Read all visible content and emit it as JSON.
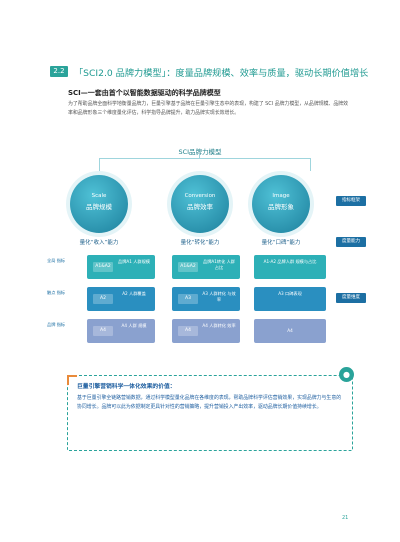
{
  "section": {
    "number": "2.2",
    "title": "「SCI2.0 品牌力模型」：度量品牌规模、效率与质量，驱动长期价值增长"
  },
  "subhead": "SCI—一套由首个以智能数据驱动的科学品牌模型",
  "intro": "为了帮助品牌全面科学地衡量品牌力，巨量引擎基于品牌在巨量引擎生态中的表现，构建了 SCI 品牌力模型，从品牌规模、品牌效率和品牌形象三个维度量化评估，科学指导品牌提升，助力品牌实现长效增长。",
  "diagram": {
    "title": "SCI品牌力模型",
    "pillars": [
      {
        "en": "Scale",
        "cn": "品牌规模",
        "caption": "量化“收入”能力"
      },
      {
        "en": "Conversion",
        "cn": "品牌效率",
        "caption": "量化“转化”能力"
      },
      {
        "en": "Image",
        "cn": "品牌形象",
        "caption": "量化“口碑”能力"
      }
    ],
    "side_tags": [
      "指标框架",
      "度量能力",
      "度量维度"
    ],
    "rows": [
      {
        "label": "全局 指标",
        "cells": [
          {
            "key": "A1&A2",
            "text": "品牌A1 人群规模"
          },
          {
            "key": "A1&A2",
            "text": "品牌A1转化 人群占比"
          },
          {
            "key": "",
            "text": "A1-A2 品牌人群 规模与占比"
          }
        ]
      },
      {
        "label": "触点 指标",
        "cells": [
          {
            "key": "A2",
            "text": "A2 人群覆盖"
          },
          {
            "key": "A3",
            "text": "A3 人群转化 与效率"
          },
          {
            "key": "",
            "text": "A3 口碑表现"
          }
        ]
      },
      {
        "label": "品牌 指标",
        "cells": [
          {
            "key": "A4",
            "text": "A4 人群 规模"
          },
          {
            "key": "A4",
            "text": "A4 人群转化 效率"
          },
          {
            "key": "",
            "text": "A4"
          }
        ]
      }
    ]
  },
  "callout": {
    "head": "巨量引擎营销科学一体化效果的价值：",
    "body": "基于巨量引擎全链路营销数据，通过科学模型量化品牌在各维度的表现，帮助品牌科学评估营销效果，实现品牌力与生意的协同增长。品牌可以此为依据制定更具针对性的营销策略，提升营销投入产出效率，驱动品牌长期价值持续增长。"
  },
  "page_number": "21",
  "colors": {
    "accent": "#2aa39a",
    "blue": "#1c6fa3",
    "orange": "#e98a3a"
  }
}
